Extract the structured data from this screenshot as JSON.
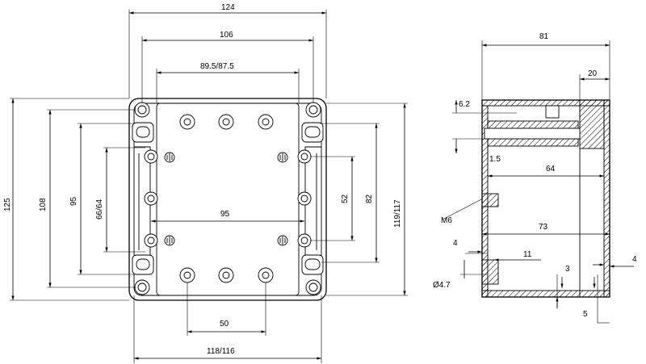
{
  "front_view": {
    "dims": {
      "overall_width": "124",
      "inner_hole_spacing": "106",
      "cutout_width": "89.5/87.5",
      "overall_height": "125",
      "hole_height": "108",
      "inner_height": "95",
      "inner_boss_height": "66/64",
      "boss_spacing_h": "95",
      "boss_spacing_v": "52",
      "inner_vertical": "82",
      "side_height": "119/117",
      "bottom_spacing": "50",
      "bottom_width": "118/116"
    }
  },
  "side_view": {
    "dims": {
      "depth": "81",
      "lid": "20",
      "wall": "6.2",
      "step": "1.5",
      "inner_depth": "64",
      "thread": "M6",
      "inner_full": "73",
      "left_4": "4",
      "right_4": "4",
      "offset": "11",
      "floor": "3",
      "hole": "Ø4.7",
      "bottom_5": "5"
    }
  }
}
